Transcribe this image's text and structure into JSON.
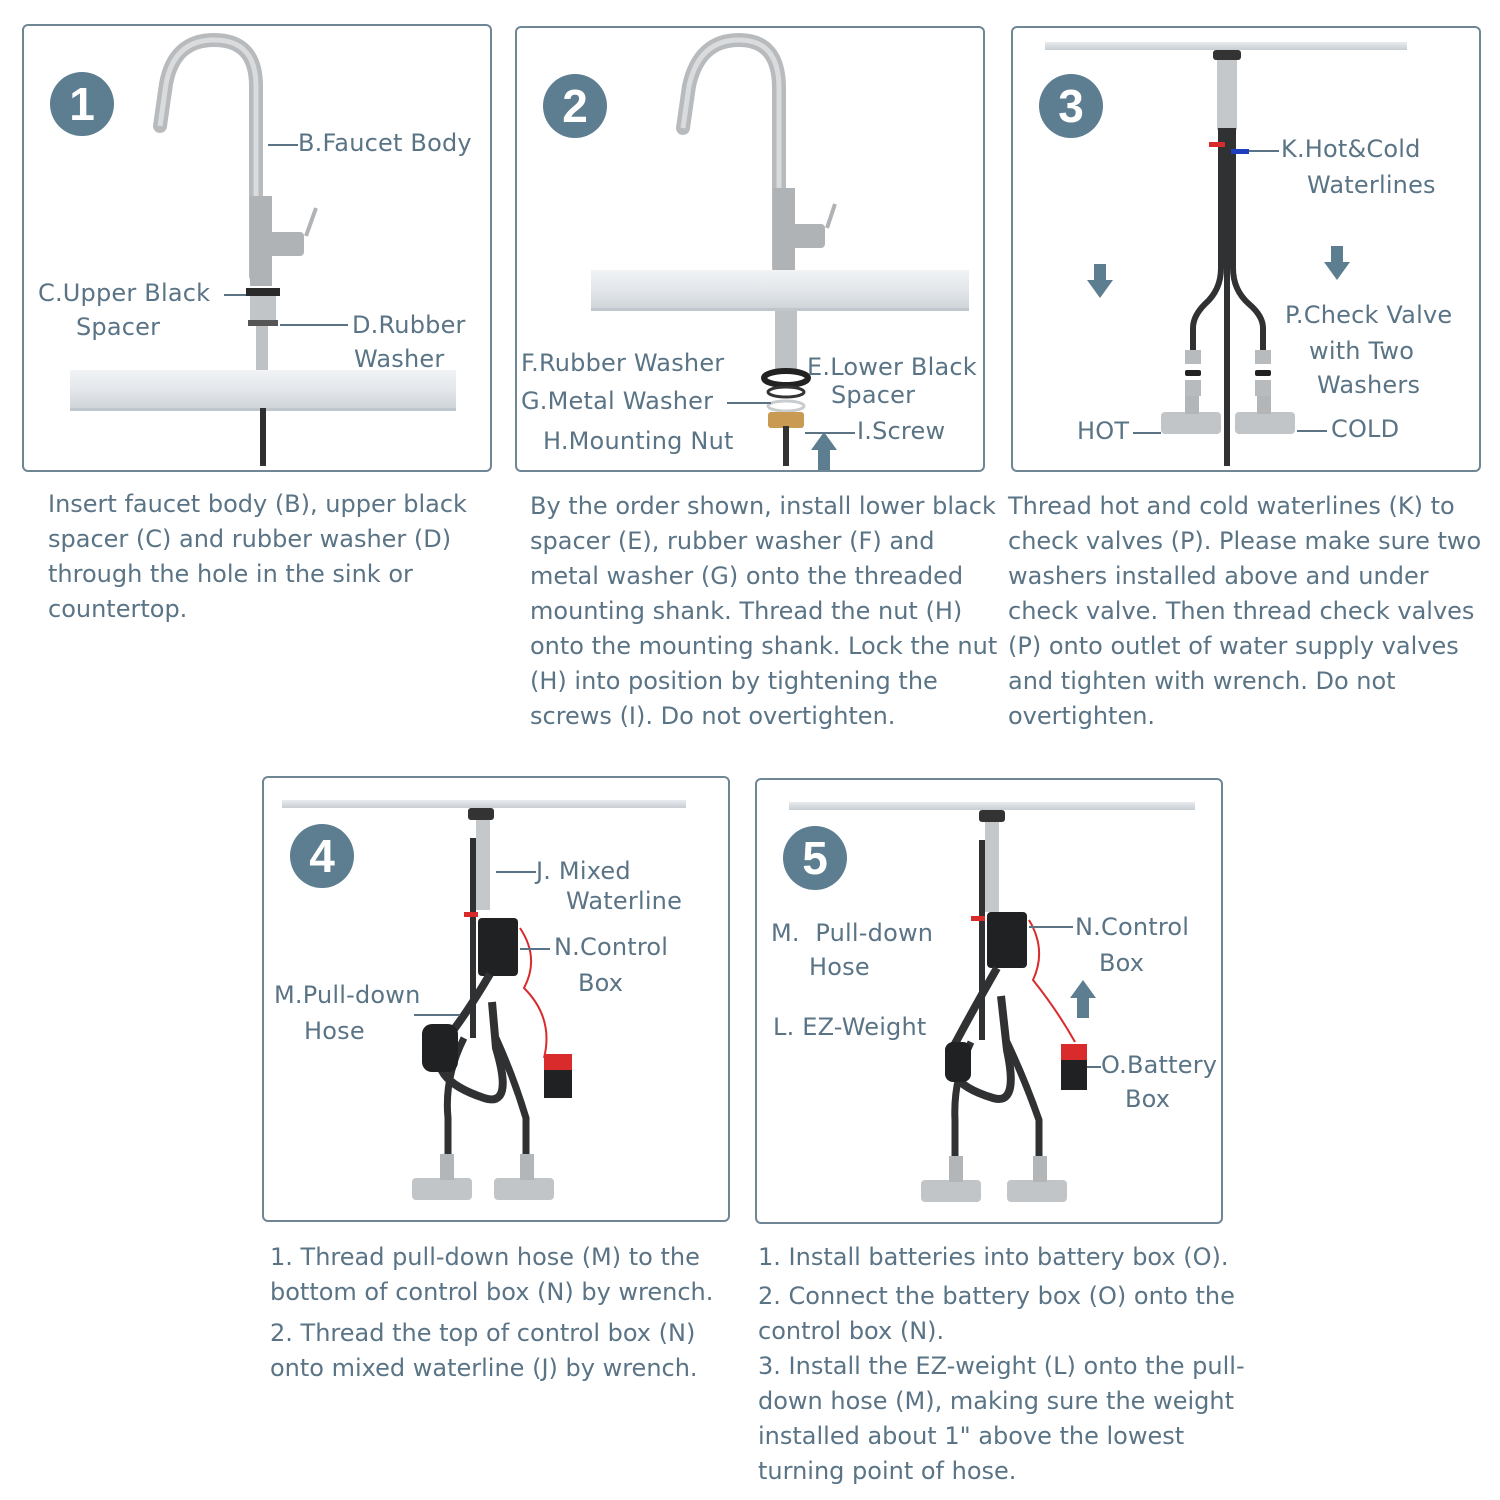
{
  "steps": [
    {
      "number": "1",
      "labels": {
        "faucet_body": "B.Faucet Body",
        "upper_spacer_l1": "C.Upper Black",
        "upper_spacer_l2": "Spacer",
        "rubber_washer_l1": "D.Rubber",
        "rubber_washer_l2": "Washer"
      },
      "description": "Insert faucet body (B), upper black spacer (C) and rubber washer (D) through the hole in the sink or countertop."
    },
    {
      "number": "2",
      "labels": {
        "rubber_washer": "F.Rubber Washer",
        "metal_washer": "G.Metal Washer",
        "mounting_nut": "H.Mounting Nut",
        "lower_spacer_l1": "E.Lower Black",
        "lower_spacer_l2": "Spacer",
        "screw": "I.Screw"
      },
      "description": "By the order shown, install lower black spacer (E), rubber washer (F) and metal washer (G) onto the threaded mounting shank. Thread the nut (H) onto the mounting shank. Lock the nut (H) into position by tightening the screws (I). Do not overtighten."
    },
    {
      "number": "3",
      "labels": {
        "waterlines_l1": "K.Hot&Cold",
        "waterlines_l2": "Waterlines",
        "check_valve_l1": "P.Check Valve",
        "check_valve_l2": "with Two",
        "check_valve_l3": "Washers",
        "hot": "HOT",
        "cold": "COLD"
      },
      "description": "Thread hot and cold waterlines (K) to check valves (P). Please make sure two washers installed above and under check valve. Then thread check valves (P) onto outlet of water supply valves and tighten with wrench. Do not overtighten."
    },
    {
      "number": "4",
      "labels": {
        "mixed_waterline_l1": "J. Mixed",
        "mixed_waterline_l2": "Waterline",
        "control_box_l1": "N.Control",
        "control_box_l2": "Box",
        "pulldown_hose_l1": "M.Pull-down",
        "pulldown_hose_l2": "Hose"
      },
      "instructions": [
        "1. Thread pull-down hose (M) to the bottom of control box (N) by wrench.",
        "2. Thread the top of control box (N) onto mixed waterline (J) by wrench."
      ]
    },
    {
      "number": "5",
      "labels": {
        "pulldown_hose_l1": "M.  Pull-down",
        "pulldown_hose_l2": "Hose",
        "ez_weight": "L. EZ-Weight",
        "control_box_l1": "N.Control",
        "control_box_l2": "Box",
        "battery_box_l1": "O.Battery",
        "battery_box_l2": "Box"
      },
      "instructions": [
        "1. Install batteries into battery box (O).",
        "2. Connect the battery box (O) onto the control box (N).",
        "3. Install the EZ-weight (L) onto the pull-down hose (M), making sure the weight installed about 1\" above the lowest turning point of hose."
      ]
    }
  ],
  "colors": {
    "accent": "#5d7d91",
    "text": "#5a7486",
    "border": "#6f8795",
    "hot_marker": "#d92b2b",
    "cold_marker": "#1f3fbf"
  }
}
